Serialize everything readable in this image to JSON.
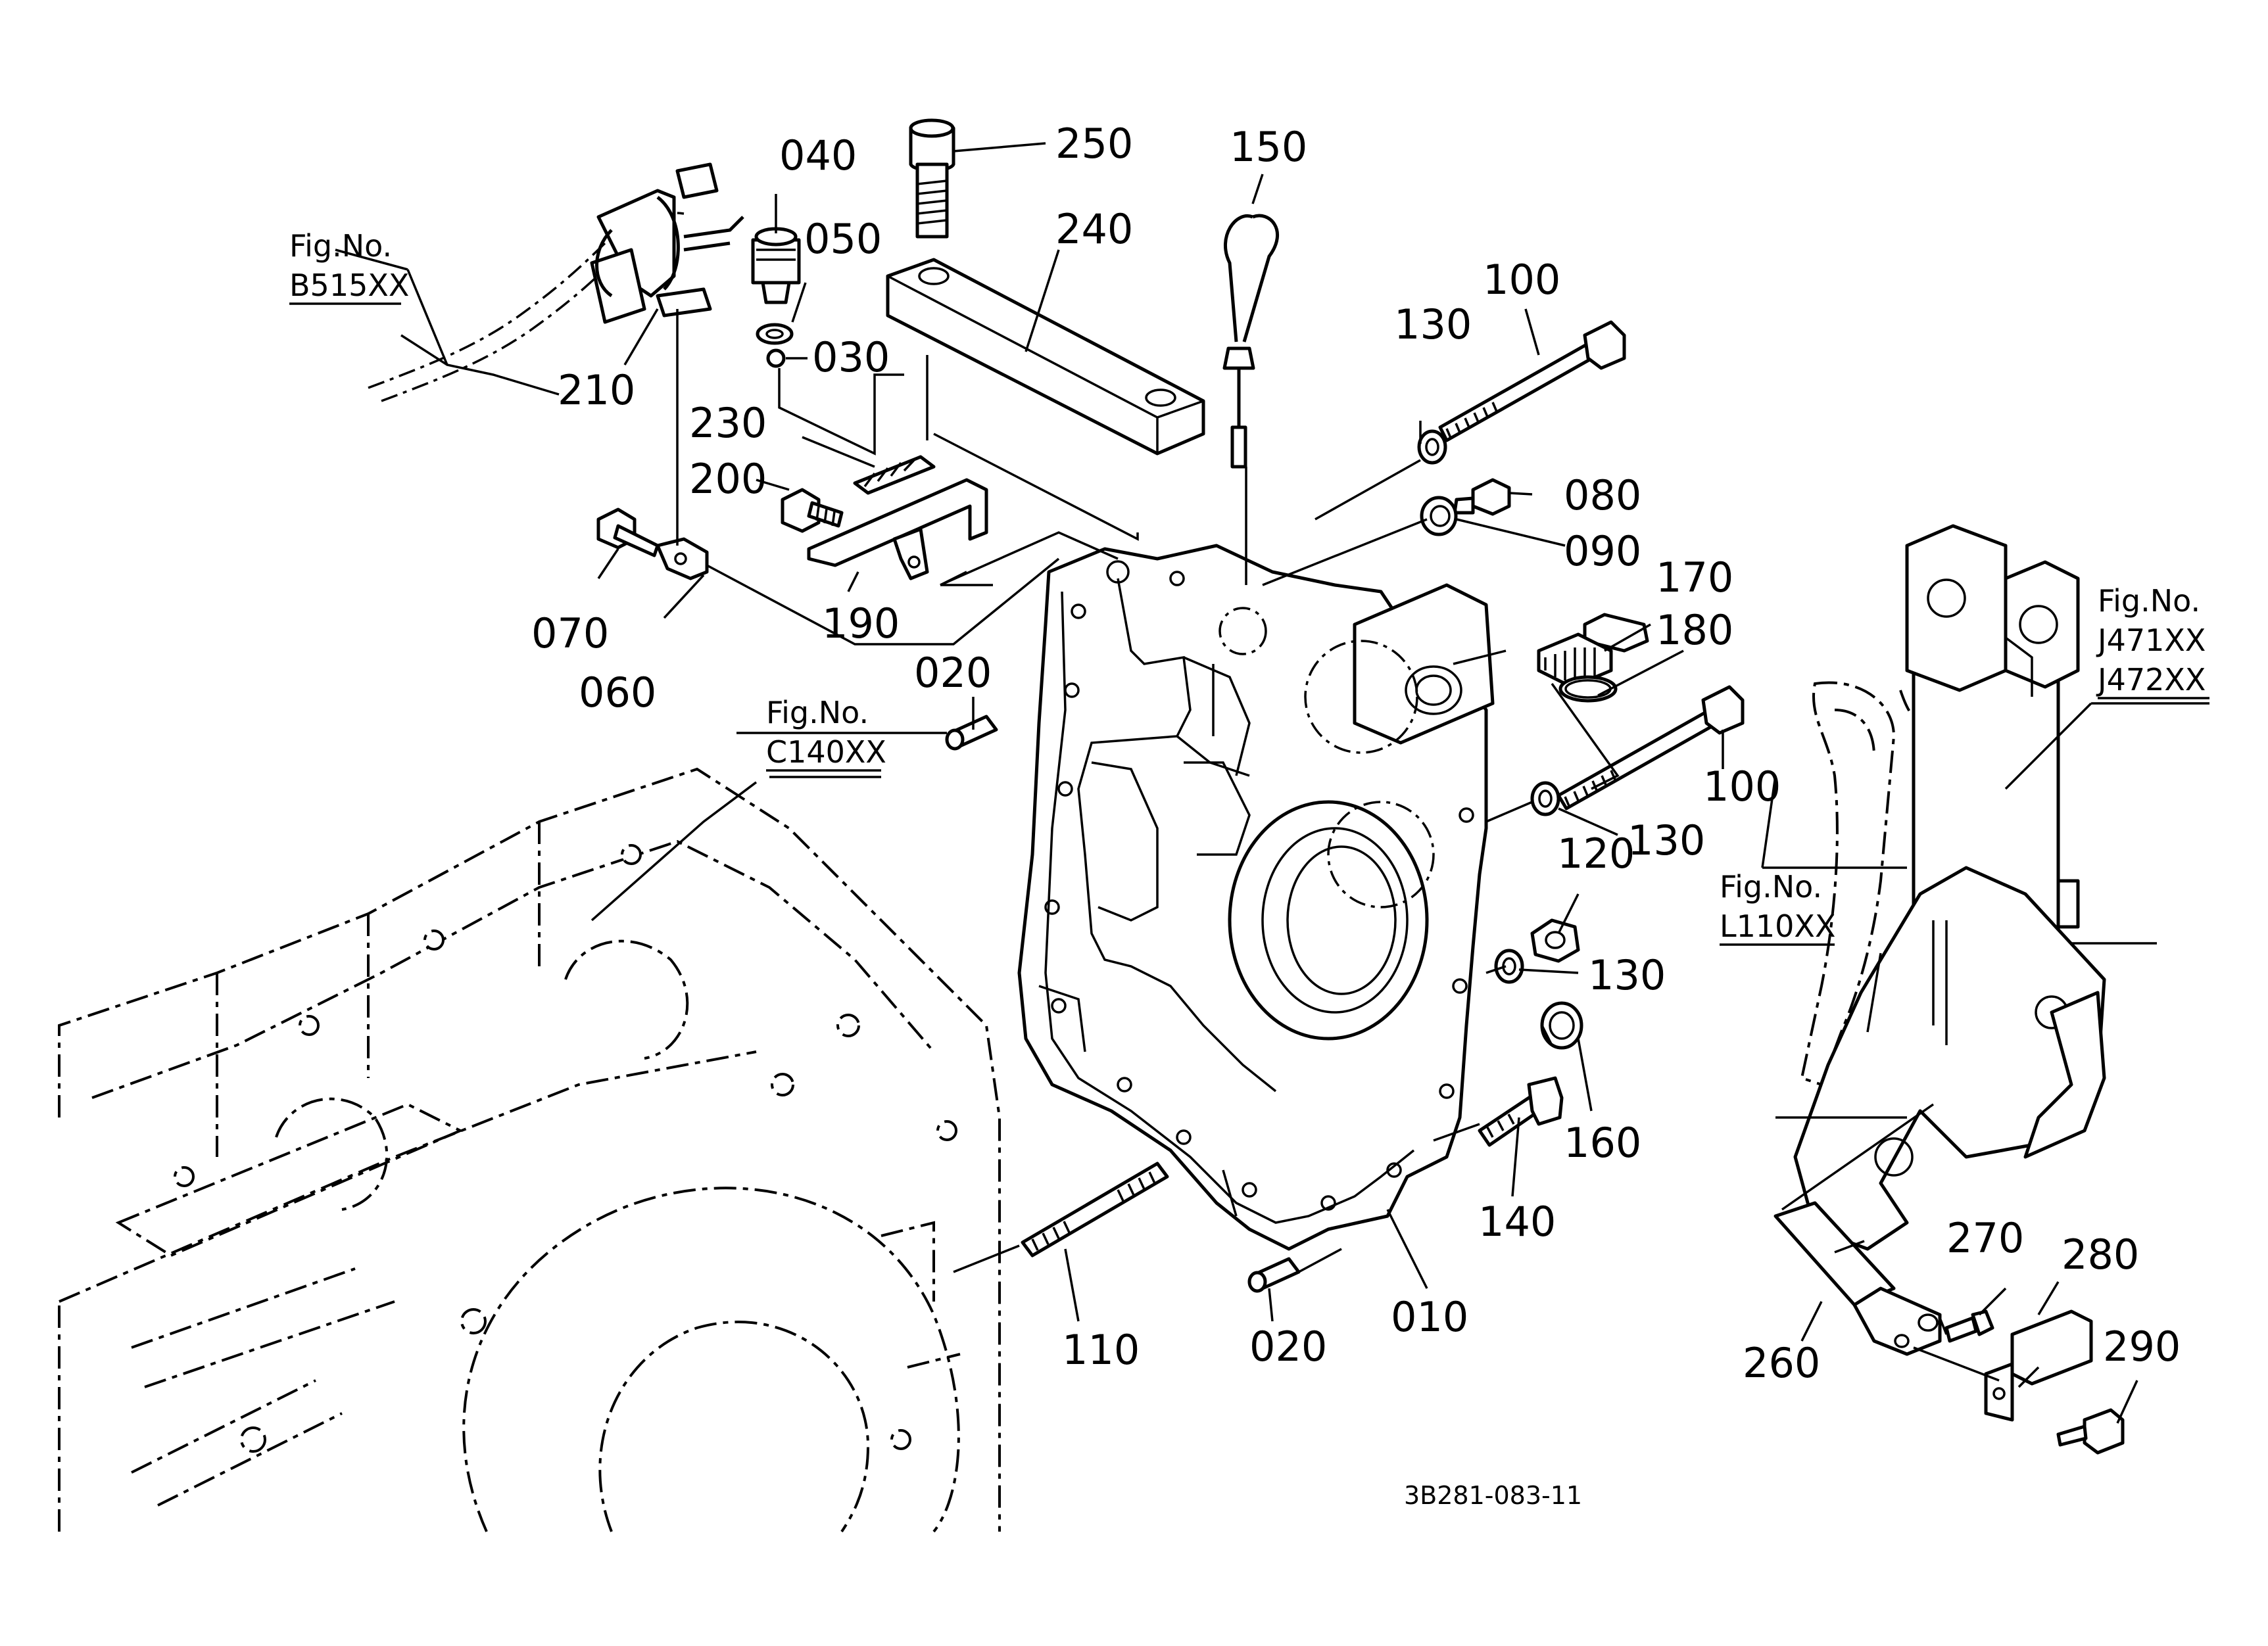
{
  "diagram_code": "3B281-083-11",
  "part_labels": {
    "p010": "010",
    "p020a": "020",
    "p020b": "020",
    "p030": "030",
    "p040": "040",
    "p050": "050",
    "p060": "060",
    "p070": "070",
    "p080": "080",
    "p090": "090",
    "p100a": "100",
    "p100b": "100",
    "p110": "110",
    "p120": "120",
    "p130a": "130",
    "p130b": "130",
    "p130c": "130",
    "p140": "140",
    "p150": "150",
    "p160": "160",
    "p170": "170",
    "p180": "180",
    "p190": "190",
    "p200": "200",
    "p210": "210",
    "p230": "230",
    "p240": "240",
    "p250": "250",
    "p260": "260",
    "p270": "270",
    "p280": "280",
    "p290": "290"
  },
  "figure_refs": {
    "b515": {
      "line1": "Fig.No.",
      "line2": "B515XX"
    },
    "c140": {
      "line1": "Fig.No.",
      "line2": "C140XX"
    },
    "j47x": {
      "line1": "Fig.No.",
      "line2": "J471XX",
      "line3": "J472XX"
    },
    "l110": {
      "line1": "Fig.No.",
      "line2": "L110XX"
    }
  }
}
